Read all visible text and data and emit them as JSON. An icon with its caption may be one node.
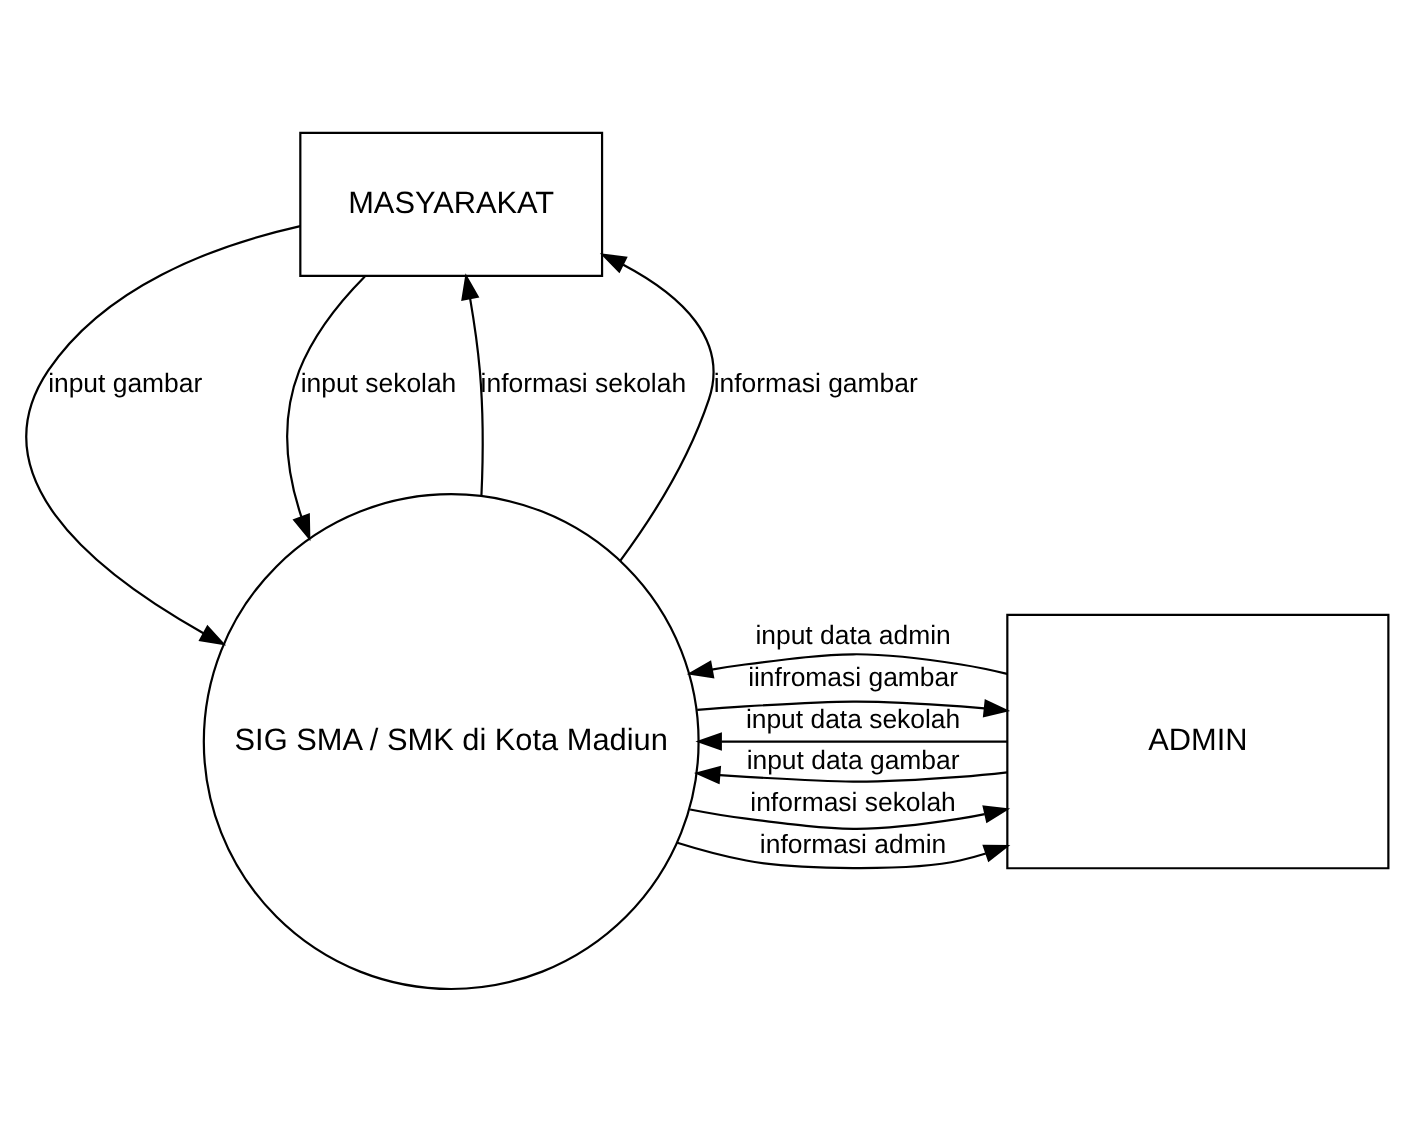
{
  "diagram": {
    "nodes": [
      {
        "text": [
          "MASYARAKAT"
        ]
      },
      {
        "text": [
          "ADMIN"
        ]
      },
      {
        "text": [
          "SIG SMA / SMK di Kota Madiun"
        ]
      }
    ],
    "edges": [
      {
        "from": 2,
        "to": 0,
        "arrow": "to",
        "label": "informasi sekolah"
      },
      {
        "from": 2,
        "to": 0,
        "arrow": "to",
        "label": "informasi gambar"
      },
      {
        "from": 0,
        "to": 2,
        "arrow": "to",
        "label": "input gambar"
      },
      {
        "from": 0,
        "to": 2,
        "arrow": "to",
        "label": "input sekolah"
      },
      {
        "from": 1,
        "to": 2,
        "arrow": "to",
        "label": "input data gambar"
      },
      {
        "from": 1,
        "to": 2,
        "arrow": "to",
        "label": "input data admin"
      },
      {
        "from": 1,
        "to": 2,
        "arrow": "to",
        "label": "input data sekolah"
      },
      {
        "from": 2,
        "to": 1,
        "arrow": "to",
        "label": "informasi sekolah"
      },
      {
        "from": 2,
        "to": 1,
        "arrow": "to",
        "label": "informasi admin"
      },
      {
        "from": 2,
        "to": 1,
        "arrow": "to",
        "label": "iinfromasi gambar"
      }
    ]
  }
}
